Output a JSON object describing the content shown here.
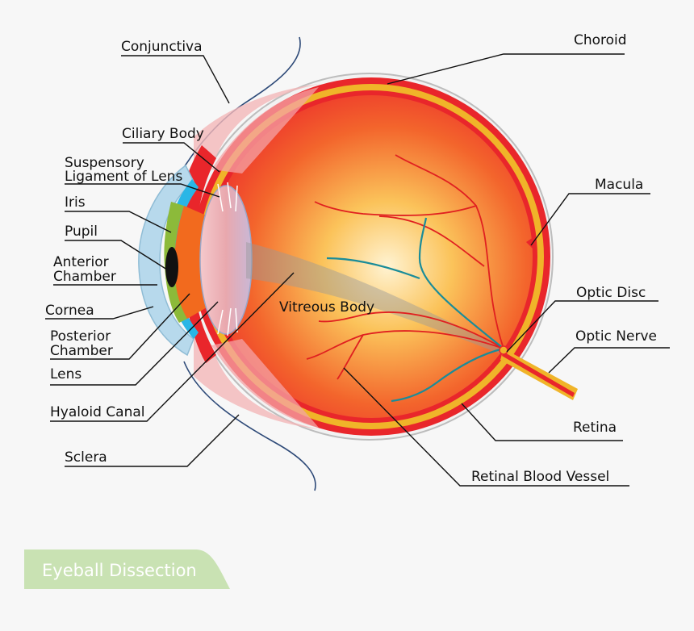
{
  "caption": "Eyeball Dissection",
  "labels": {
    "conjunctiva": "Conjunctiva",
    "ciliary_body": "Ciliary Body",
    "suspensory_1": "Suspensory",
    "suspensory_2": "Ligament of Lens",
    "iris": "Iris",
    "pupil": "Pupil",
    "anterior_1": "Anterior",
    "anterior_2": "Chamber",
    "cornea": "Cornea",
    "posterior_1": "Posterior",
    "posterior_2": "Chamber",
    "lens": "Lens",
    "hyaloid_canal": "Hyaloid Canal",
    "sclera": "Sclera",
    "choroid": "Choroid",
    "macula": "Macula",
    "optic_disc": "Optic Disc",
    "optic_nerve": "Optic Nerve",
    "retina": "Retina",
    "retinal_blood_vessel": "Retinal Blood Vessel",
    "vitreous_body": "Vitreous Body"
  },
  "colors": {
    "background": "#f7f7f7",
    "sclera_outline": "#c8c8c8",
    "choroid": "#e9262b",
    "retina_band": "#f0b429",
    "vitreous_center": "#fff3d2",
    "vitreous_edge": "#ef3d2e",
    "cornea": "#b7d9ec",
    "iris": "#8cba3a",
    "pupil": "#111111",
    "vessel_red": "#e02020",
    "vessel_teal": "#1a8c99",
    "conjunctiva_line": "#2e4a78",
    "caption_band": "#c9e2b3",
    "caption_text": "#ffffff"
  }
}
